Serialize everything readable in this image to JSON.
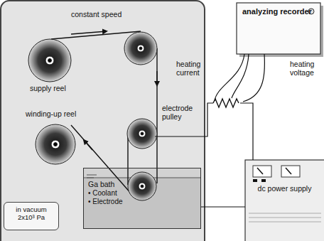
{
  "diagram": {
    "nodes": [
      {
        "text": [
          "analyzing recorder"
        ]
      },
      {
        "text": [
          "dc power supply"
        ]
      },
      {
        "text": [
          "Ga bath",
          "• Coolant",
          "• Electrode"
        ]
      },
      {
        "text": [
          "in vacuum",
          "2x10³ Pa"
        ]
      }
    ],
    "edges": [
      {
        "from": 1,
        "to": 2,
        "arrow": "none"
      }
    ],
    "labels": [
      "constant speed",
      "supply reel",
      "electrode pulley",
      "winding-up reel",
      "heating current",
      "heating voltage"
    ]
  }
}
